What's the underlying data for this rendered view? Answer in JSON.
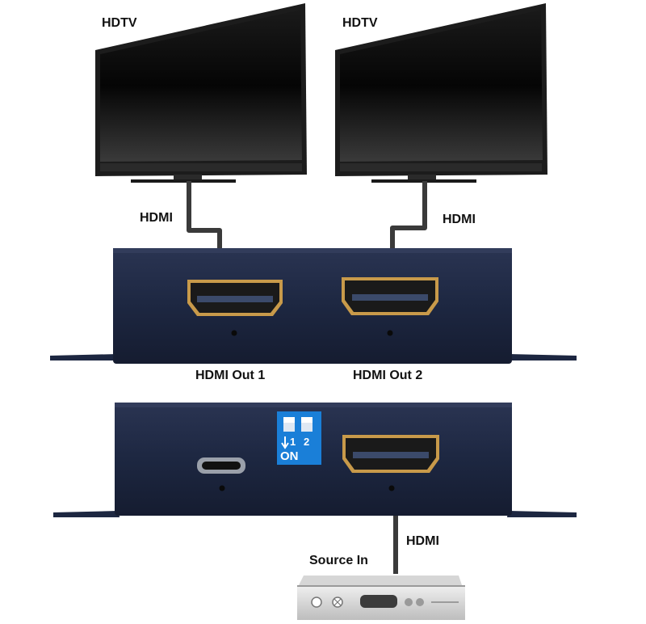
{
  "displays": [
    {
      "label": "HDTV"
    },
    {
      "label": "HDTV"
    }
  ],
  "cables": {
    "tv1": "HDMI",
    "tv2": "HDMI",
    "source": "HDMI"
  },
  "splitter_front": {
    "port1_label": "HDMI Out 1",
    "port2_label": "HDMI Out 2"
  },
  "splitter_back": {
    "dip": {
      "switch1": "1",
      "switch2": "2",
      "state": "ON"
    }
  },
  "source": {
    "label": "Source In"
  },
  "colors": {
    "chassis": "#1d2741",
    "screen": "#0a0a0a",
    "cable": "#3a3a3a",
    "port_gold": "#c89a4a",
    "dip_blue": "#1a7fd8"
  }
}
